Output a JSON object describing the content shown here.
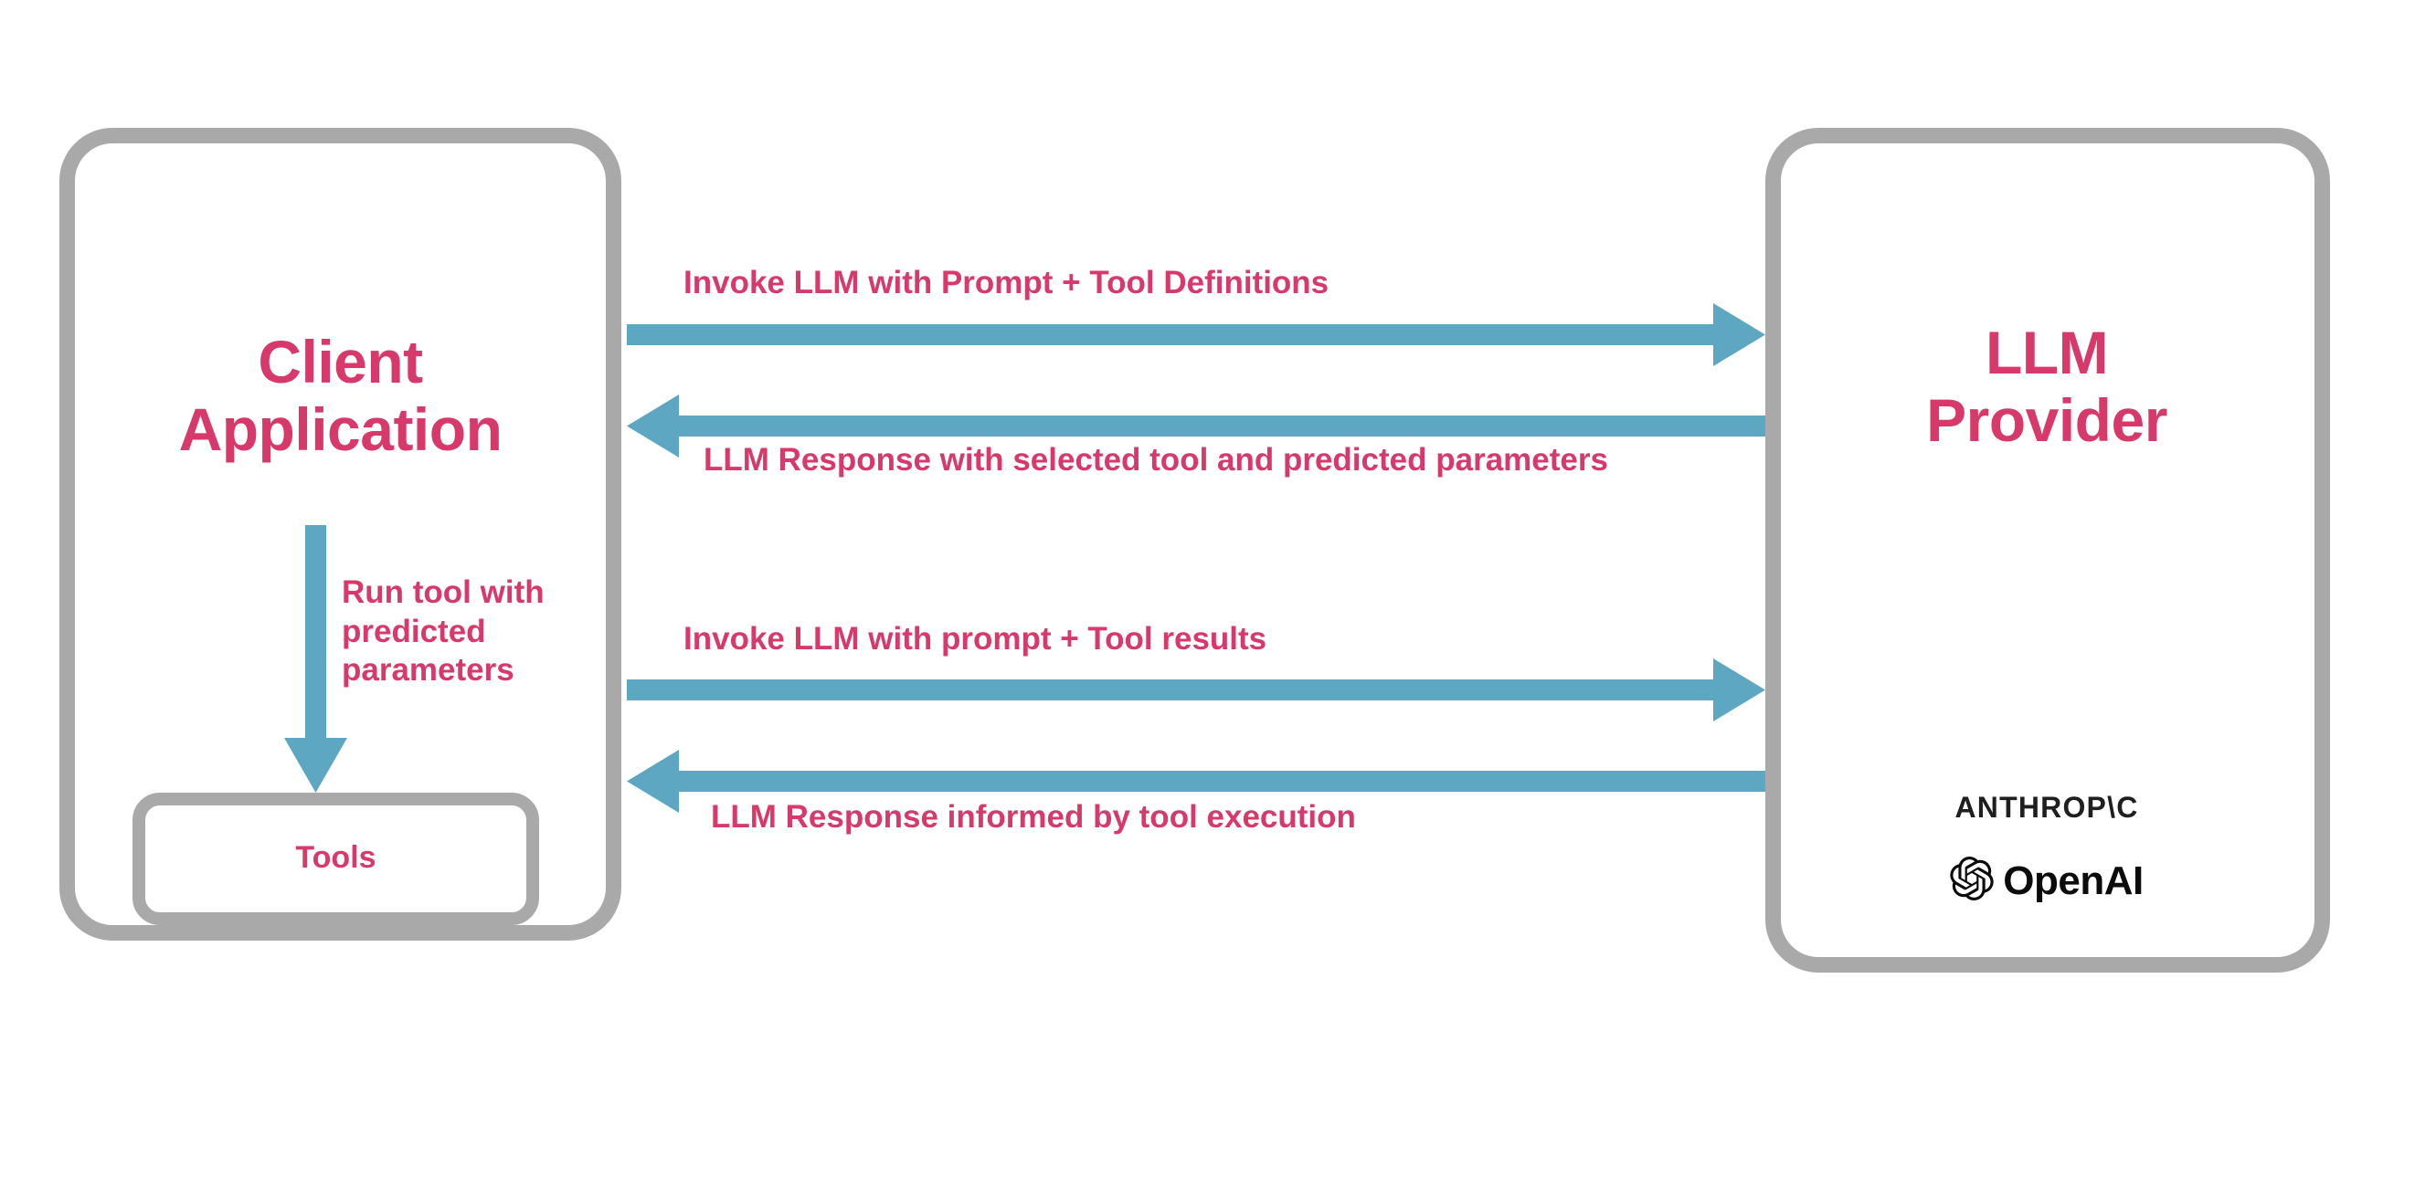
{
  "diagram": {
    "title": "LLM tool-calling sequence between client application and LLM provider",
    "colors": {
      "accent_pink": "#d6396a",
      "arrow_blue": "#5da7c2",
      "box_gray": "#a9a9a9",
      "logo_black": "#0b0b0b",
      "background": "#ffffff"
    }
  },
  "client": {
    "title": "Client\nApplication",
    "title_line_1": "Client",
    "title_line_2": "Application",
    "tools_label": "Tools",
    "internal_arrow_label": "Run tool with predicted parameters"
  },
  "provider": {
    "title_line_1": "LLM",
    "title_line_2": "Provider",
    "logos": [
      {
        "name": "anthropic-wordmark",
        "text": "ANTHROP\\C"
      },
      {
        "name": "openai-wordmark",
        "text": "OpenAI"
      }
    ],
    "anthropic_text": "ANTHROP\\C",
    "openai_text": "OpenAI"
  },
  "messages": [
    {
      "id": "invoke-1",
      "label": "Invoke LLM with Prompt + Tool Definitions",
      "direction": "client-to-provider"
    },
    {
      "id": "response-1",
      "label": "LLM Response with selected tool and predicted parameters",
      "direction": "provider-to-client"
    },
    {
      "id": "invoke-2",
      "label": "Invoke LLM with prompt + Tool results",
      "direction": "client-to-provider"
    },
    {
      "id": "response-2",
      "label": "LLM Response informed by tool execution",
      "direction": "provider-to-client"
    }
  ]
}
